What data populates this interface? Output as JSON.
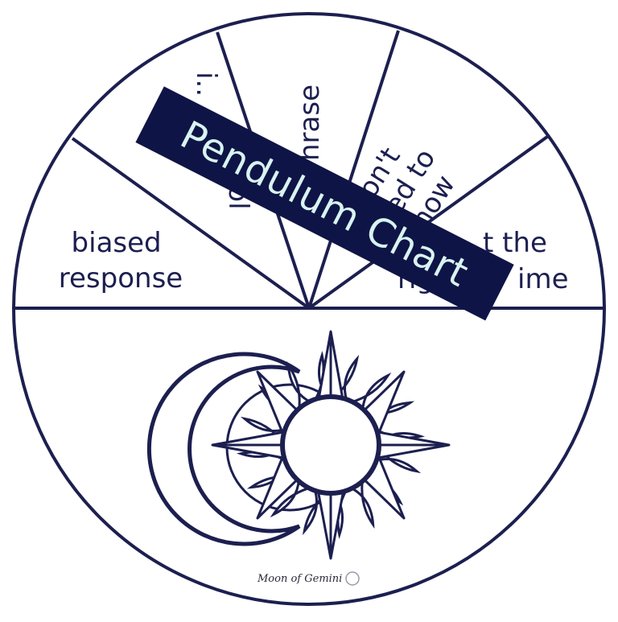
{
  "chart": {
    "title": "Pendulum Chart",
    "segments": [
      {
        "lines": [
          "biased",
          "response"
        ]
      },
      {
        "lines": [
          "i..",
          "oo",
          "ool"
        ]
      },
      {
        "lines": [
          "hrase"
        ]
      },
      {
        "lines": [
          "don't",
          "need to",
          "know"
        ]
      },
      {
        "lines": [
          "t the",
          "right",
          "ime"
        ]
      }
    ],
    "credit": "Moon of Gemini"
  },
  "colors": {
    "ink": "#1c1f4f",
    "banner_bg": "#0f1446",
    "banner_text": "#d8f4f1",
    "background": "#ffffff"
  },
  "icons": [
    "sun-icon",
    "crescent-moon-icon",
    "compass-star-icon"
  ]
}
